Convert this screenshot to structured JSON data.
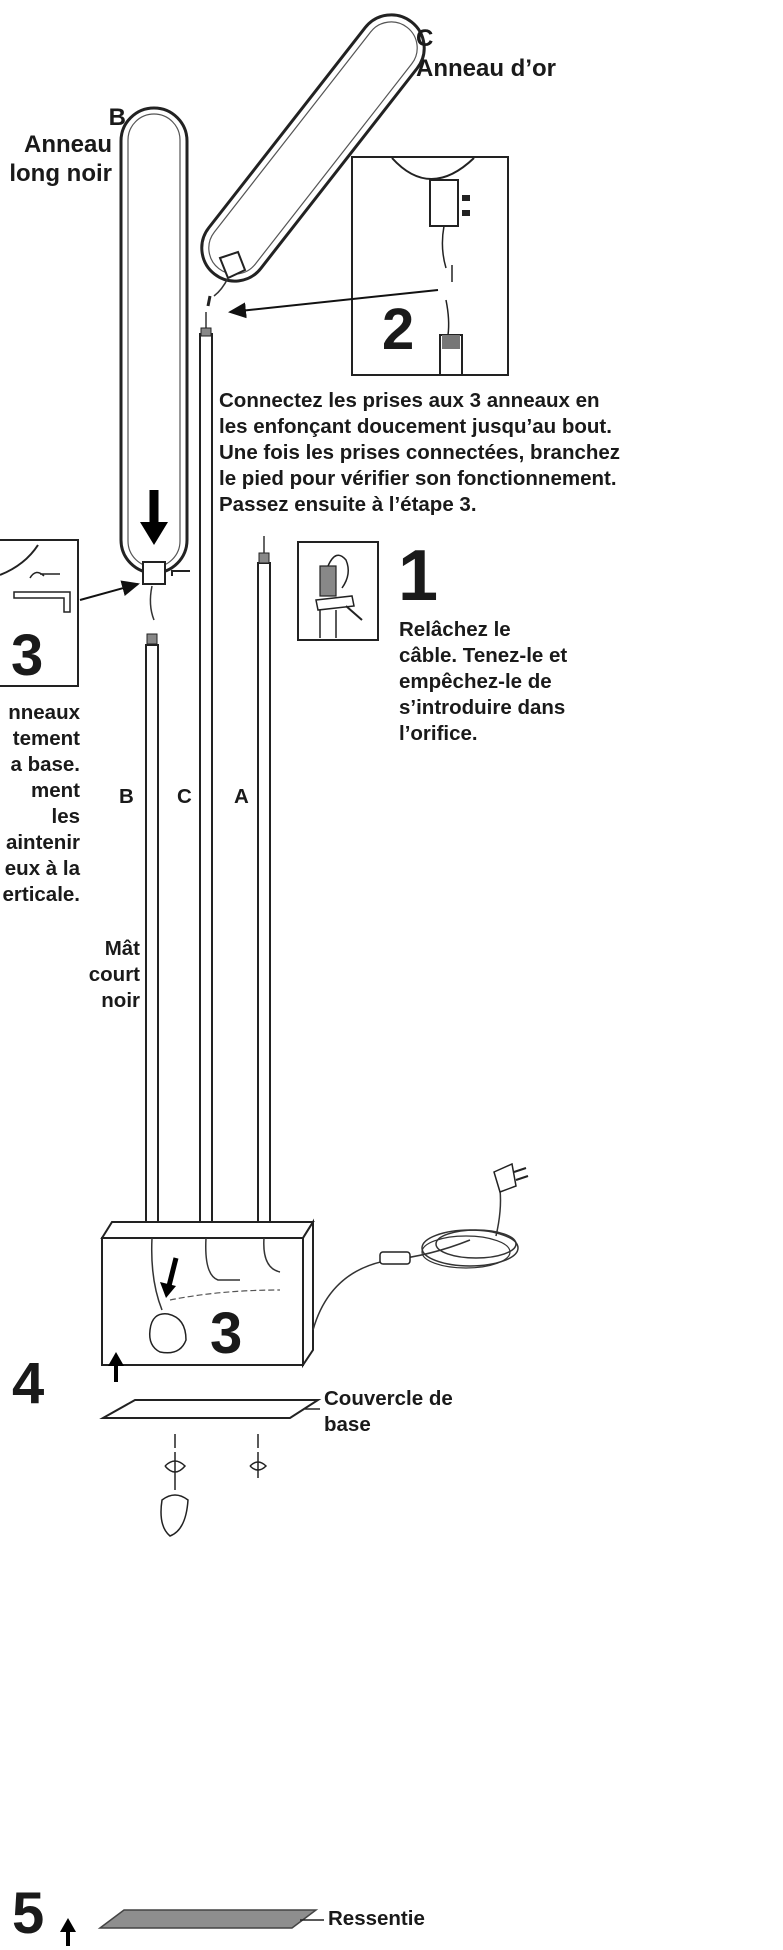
{
  "labels": {
    "b_letter": "B",
    "b_name": "Anneau\nlong noir",
    "c_letter": "C",
    "c_name": "Anneau d’or",
    "pole_b": "B",
    "pole_c": "C",
    "pole_a": "A",
    "mast_short": "Mât\ncourt\nnoir",
    "cover": "Couvercle de\nbase",
    "felt": "Ressentie"
  },
  "steps": {
    "step1_number": "1",
    "step1_text": "Relâchez le\ncâble. Tenez-le et\nempêchez-le de\ns’introduire dans\nl’orifice.",
    "step2_number": "2",
    "step2_text": "Connectez les prises aux 3 anneaux en\nles enfonçant doucement jusqu’au bout.\nUne fois les prises connectées, branchez\nle pied pour vérifier son fonctionnement.\nPassez ensuite à l’étape 3.",
    "step3_number": "3",
    "step3_text": "nneaux\ntement\na base.\nment les\naintenir\neux à la\nerticale.",
    "step3_base_number": "3",
    "step4_number": "4",
    "step5_number": "5"
  }
}
